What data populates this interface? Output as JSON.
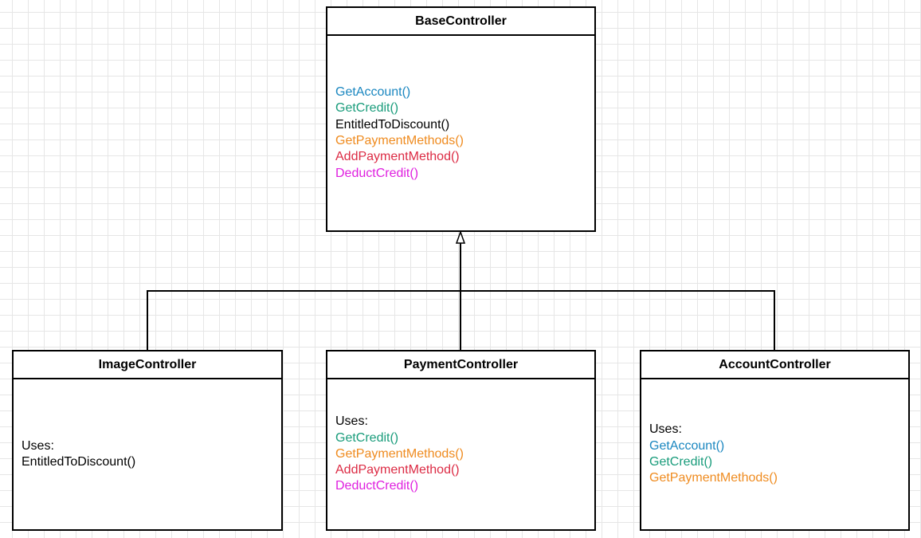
{
  "diagram": {
    "base": {
      "name": "BaseController",
      "methods": [
        {
          "label": "GetAccount()",
          "color": "#1b87c0"
        },
        {
          "label": "GetCredit()",
          "color": "#199c7b"
        },
        {
          "label": "EntitledToDiscount()",
          "color": "#000000"
        },
        {
          "label": "GetPaymentMethods()",
          "color": "#ef8b1f"
        },
        {
          "label": "AddPaymentMethod()",
          "color": "#dc2b44"
        },
        {
          "label": "DeductCredit()",
          "color": "#df20df"
        }
      ]
    },
    "image": {
      "name": "ImageController",
      "uses_label": "Uses:",
      "methods": [
        {
          "label": "EntitledToDiscount()",
          "color": "#000000"
        }
      ]
    },
    "payment": {
      "name": "PaymentController",
      "uses_label": "Uses:",
      "methods": [
        {
          "label": "GetCredit()",
          "color": "#199c7b"
        },
        {
          "label": "GetPaymentMethods()",
          "color": "#ef8b1f"
        },
        {
          "label": "AddPaymentMethod()",
          "color": "#dc2b44"
        },
        {
          "label": "DeductCredit()",
          "color": "#df20df"
        }
      ]
    },
    "account": {
      "name": "AccountController",
      "uses_label": "Uses:",
      "methods": [
        {
          "label": "GetAccount()",
          "color": "#1b87c0"
        },
        {
          "label": "GetCredit()",
          "color": "#199c7b"
        },
        {
          "label": "GetPaymentMethods()",
          "color": "#ef8b1f"
        }
      ]
    }
  }
}
